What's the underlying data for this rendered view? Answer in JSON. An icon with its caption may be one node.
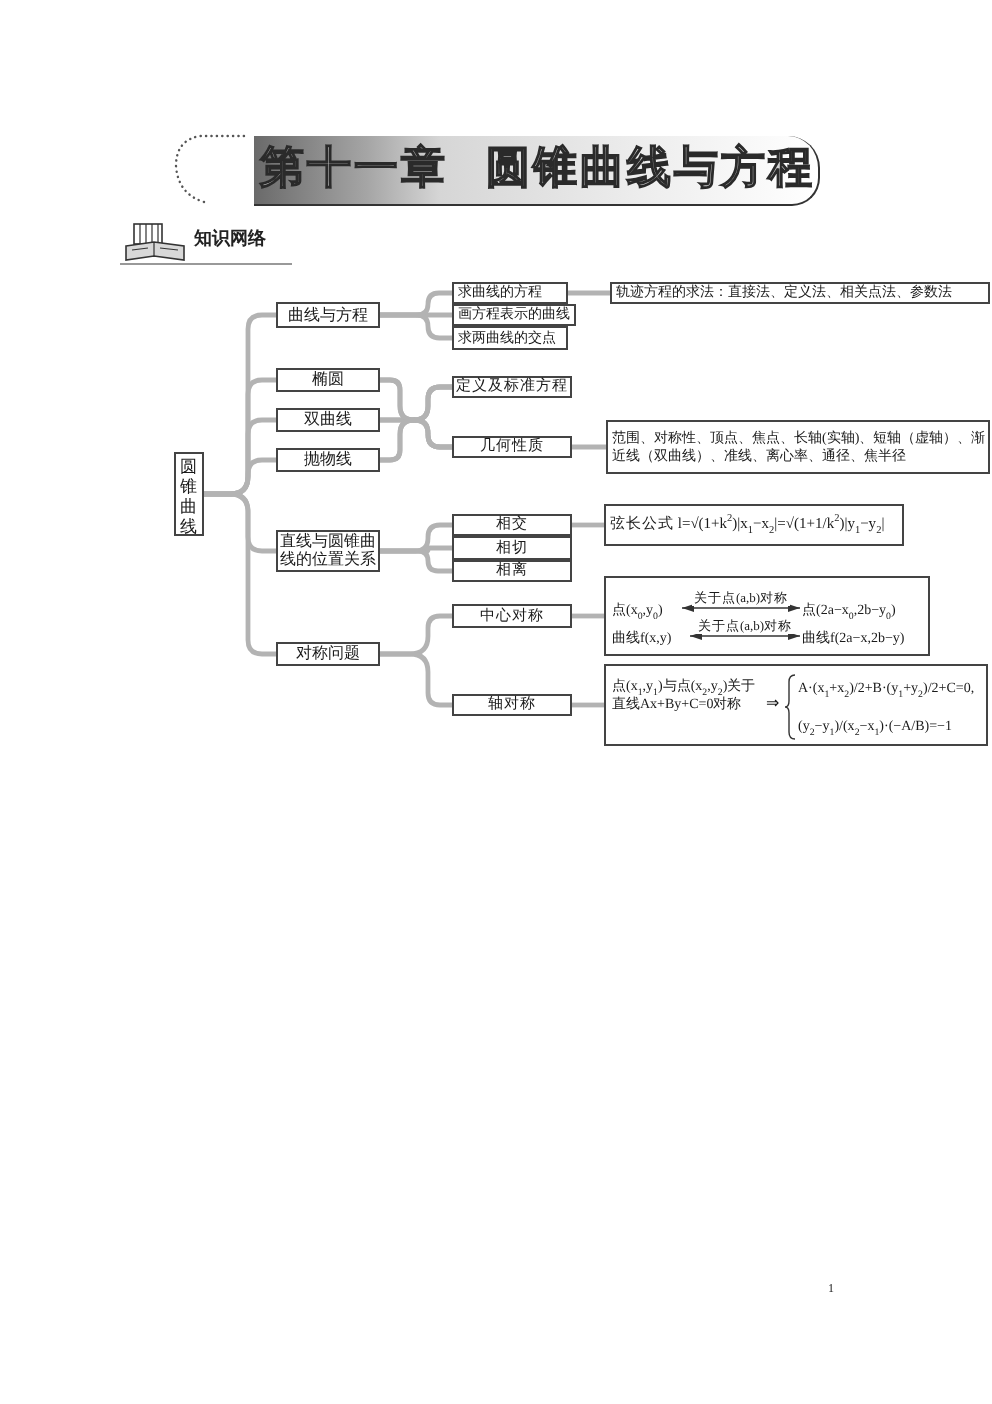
{
  "diagram": {
    "title": "第十一章 圆锥曲线与方程",
    "nodes": [
      {
        "text": [
          "圆锥曲线"
        ]
      },
      {
        "text": [
          "曲线与方程"
        ]
      },
      {
        "text": [
          "椭圆"
        ]
      },
      {
        "text": [
          "双曲线"
        ]
      },
      {
        "text": [
          "抛物线"
        ]
      },
      {
        "text": [
          "直线与圆锥曲线的位置关系"
        ]
      },
      {
        "text": [
          "对称问题"
        ]
      },
      {
        "text": [
          "求曲线的方程"
        ]
      },
      {
        "text": [
          "画方程表示的曲线"
        ]
      },
      {
        "text": [
          "求两曲线的交点"
        ]
      },
      {
        "text": [
          "轨迹方程的求法：直接法、定义法、相关点法、参数法"
        ]
      },
      {
        "text": [
          "定义及标准方程"
        ]
      },
      {
        "text": [
          "几何性质"
        ]
      },
      {
        "text": [
          "范围、对称性、顶点、焦点、长轴(实轴)、短轴（虚轴）、渐近线（双曲线）、准线、离心率、通径、焦半径"
        ]
      },
      {
        "text": [
          "相交"
        ]
      },
      {
        "text": [
          "相切"
        ]
      },
      {
        "text": [
          "相离"
        ]
      },
      {
        "text": [
          "弦长公式 l=√(1+k$^{2}$)|x$_{1}$−x$_{2}$|=√(1+1/k$^{2}$)|y$_{1}$−y$_{2}$|"
        ]
      },
      {
        "text": [
          "中心对称"
        ]
      },
      {
        "text": [
          "轴对称"
        ]
      },
      {
        "text": [],
        "shape": "box"
      },
      {
        "text": [
          "点(x$_{0}$,y$_{0}$)"
        ],
        "in": 20
      },
      {
        "text": [
          "点(2a−x$_{0}$,2b−y$_{0}$)"
        ],
        "in": 20
      },
      {
        "text": [
          "曲线f(x,y)"
        ],
        "in": 20
      },
      {
        "text": [
          "曲线f(2a−x,2b−y)"
        ],
        "in": 20
      },
      {
        "text": [
          "点(x$_{1}$,y$_{1}$)与点(x$_{2}$,y$_{2}$)关于直线Ax+By+C=0对称",
          "⇒",
          "A·(x$_{1}$+x$_{2}$)/2+B·(y$_{1}$+y$_{2}$)/2+C=0,",
          "(y$_{2}$−y$_{1}$)/(x$_{2}$−x$_{1}$)·(−A/B)=−1"
        ]
      }
    ],
    "edges": [
      {
        "from": 0,
        "to": 1,
        "arrow": "none"
      },
      {
        "from": 0,
        "to": 2,
        "arrow": "none"
      },
      {
        "from": 0,
        "to": 3,
        "arrow": "none"
      },
      {
        "from": 0,
        "to": 4,
        "arrow": "none"
      },
      {
        "from": 0,
        "to": 5,
        "arrow": "none"
      },
      {
        "from": 0,
        "to": 6,
        "arrow": "none"
      },
      {
        "from": 1,
        "to": 7,
        "arrow": "none"
      },
      {
        "from": 1,
        "to": 8,
        "arrow": "none"
      },
      {
        "from": 1,
        "to": 9,
        "arrow": "none"
      },
      {
        "from": 7,
        "to": 10,
        "arrow": "none"
      },
      {
        "from": 2,
        "to": 11,
        "arrow": "none"
      },
      {
        "from": 2,
        "to": 12,
        "arrow": "none"
      },
      {
        "from": 3,
        "to": 11,
        "arrow": "none"
      },
      {
        "from": 3,
        "to": 12,
        "arrow": "none"
      },
      {
        "from": 4,
        "to": 11,
        "arrow": "none"
      },
      {
        "from": 4,
        "to": 12,
        "arrow": "none"
      },
      {
        "from": 12,
        "to": 13,
        "arrow": "none"
      },
      {
        "from": 5,
        "to": 14,
        "arrow": "none"
      },
      {
        "from": 5,
        "to": 15,
        "arrow": "none"
      },
      {
        "from": 5,
        "to": 16,
        "arrow": "none"
      },
      {
        "from": 14,
        "to": 17,
        "arrow": "none"
      },
      {
        "from": 6,
        "to": 18,
        "arrow": "none"
      },
      {
        "from": 6,
        "to": 19,
        "arrow": "none"
      },
      {
        "from": 18,
        "to": 20,
        "arrow": "none"
      },
      {
        "from": 19,
        "to": 25,
        "arrow": "none"
      },
      {
        "from": 21,
        "to": 22,
        "arrow": "both",
        "label": "关于点(a,b)对称",
        "color": "#333333"
      },
      {
        "from": 23,
        "to": 24,
        "arrow": "both",
        "label": "关于点(a,b)对称",
        "color": "#333333"
      }
    ],
    "labels": [
      "知识网络",
      "1"
    ]
  }
}
